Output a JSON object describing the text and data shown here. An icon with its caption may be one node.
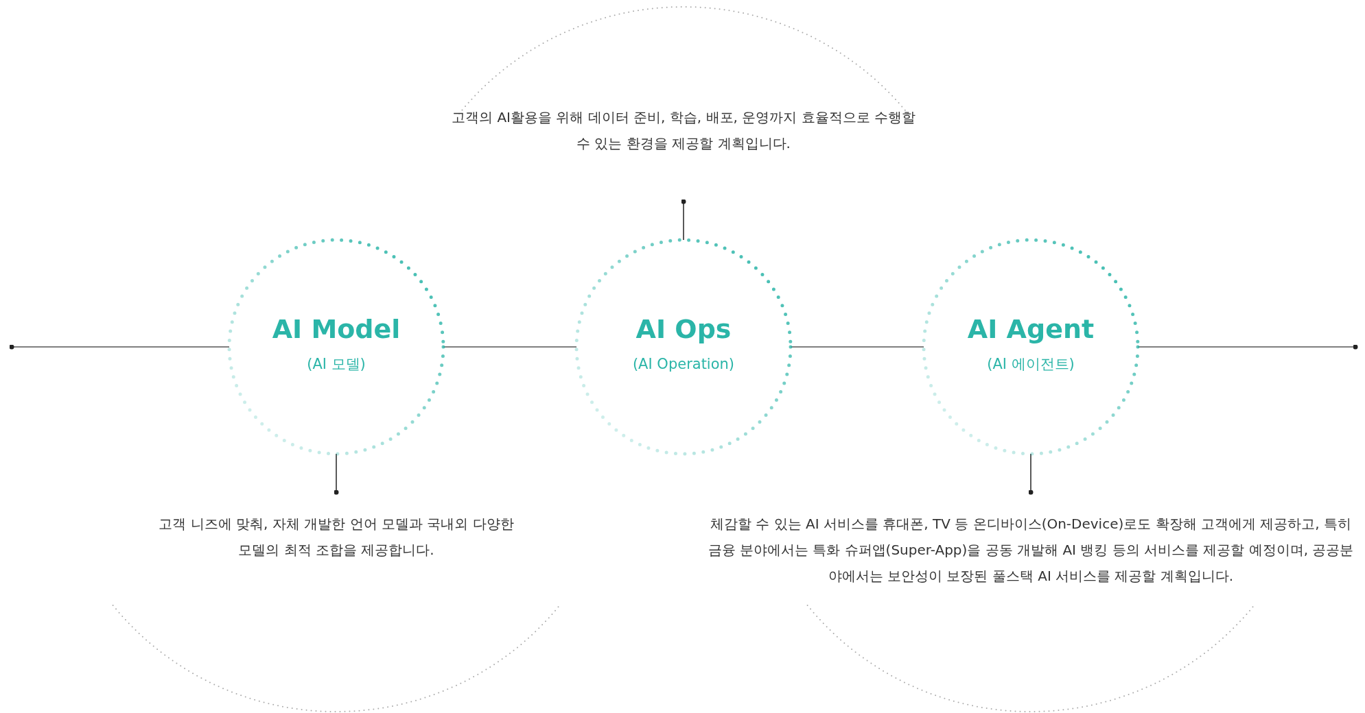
{
  "diagram": {
    "nodes": [
      {
        "text": [
          "AI Model",
          "(AI 모델)"
        ]
      },
      {
        "text": [
          "AI Ops",
          "(AI Operation)"
        ]
      },
      {
        "text": [
          "AI Agent",
          "(AI 에이전트)"
        ]
      },
      {
        "text": [
          "고객의 AI활용을 위해 데이터 준비, 학습, 배포, 운영까지 효율적으로 수행할 수 있는 환경을 제공할 계획입니다."
        ]
      },
      {
        "text": [
          "고객 니즈에 맞춰, 자체 개발한 언어 모델과 국내외 다양한 모델의 최적 조합을 제공합니다."
        ]
      },
      {
        "text": [
          "체감할 수 있는 AI 서비스를 휴대폰, TV 등 온디바이스(On-Device)로도 확장해 고객에게 제공하고, 특히 금융 분야에서는 특화 슈퍼앱(Super-App)을 공동 개발해 AI 뱅킹 등의 서비스를 제공할 예정이며, 공공분야에서는 보안성이 보장된 풀스택 AI 서비스를 제공할 계획입니다."
        ]
      }
    ],
    "edges": [
      {
        "from": null,
        "to": 0,
        "arrow": "other"
      },
      {
        "from": 0,
        "to": 1,
        "arrow": "none"
      },
      {
        "from": 1,
        "to": 2,
        "arrow": "none"
      },
      {
        "from": null,
        "to": 2,
        "arrow": "other"
      },
      {
        "from": 3,
        "to": 1,
        "arrow": "other"
      },
      {
        "from": 4,
        "to": 0,
        "arrow": "other"
      },
      {
        "from": 5,
        "to": 2,
        "arrow": "other"
      }
    ]
  }
}
